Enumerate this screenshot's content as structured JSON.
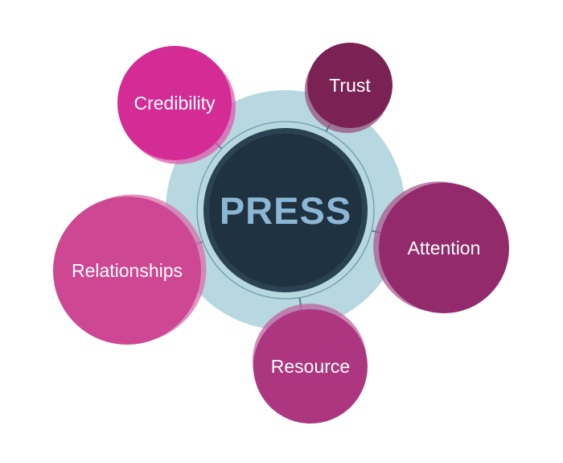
{
  "diagram": {
    "background": "#ffffff",
    "label_color": "#ffffff",
    "center": {
      "label": "PRESS",
      "fill": "#1e3241",
      "rim": "#2a4253",
      "text_color": "#8db6d2",
      "halo_color": "#b7d8e1",
      "ring_color": "#7299ae",
      "connector_color": "#527d96"
    },
    "nodes": [
      {
        "id": "credibility",
        "label": "Credibility",
        "color": "#d42b95"
      },
      {
        "id": "trust",
        "label": "Trust",
        "color": "#7b2254"
      },
      {
        "id": "attention",
        "label": "Attention",
        "color": "#922a6b"
      },
      {
        "id": "relationships",
        "label": "Relationships",
        "color": "#ce4793"
      },
      {
        "id": "resource",
        "label": "Resource",
        "color": "#ad3680"
      }
    ]
  }
}
